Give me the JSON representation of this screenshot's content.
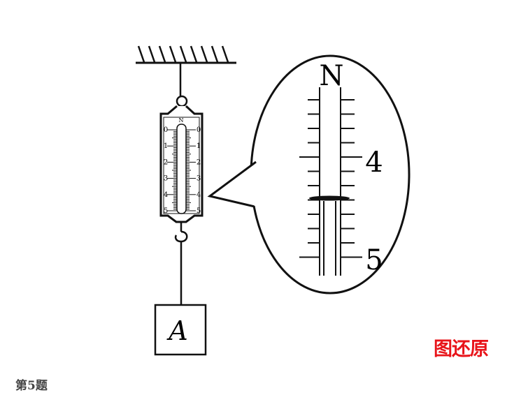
{
  "diagram": {
    "scale_unit": "N",
    "scale_labels": [
      "0",
      "1",
      "2",
      "3",
      "4",
      "5"
    ],
    "zoom_unit": "N",
    "zoom_labels": [
      "4",
      "5"
    ],
    "reading_newtons": 4.6,
    "block_label": "A"
  },
  "restore_button": "图还原",
  "question_label": "第5题",
  "colors": {
    "line": "#111111",
    "accent": "#e8141a"
  }
}
